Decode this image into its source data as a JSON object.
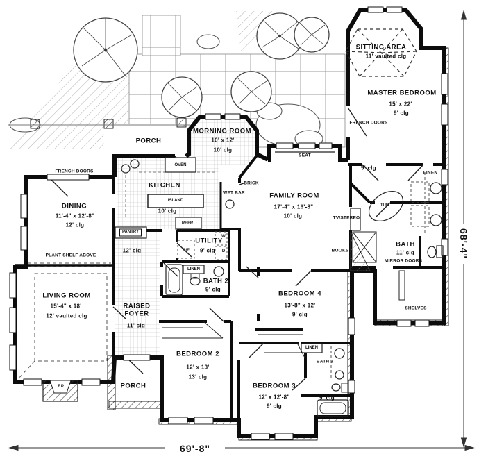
{
  "dimensions": {
    "bottom": "69'-8\"",
    "right": "68'-4\""
  },
  "rooms": {
    "sitting_area": {
      "name": "SITTING AREA",
      "clg": "11' vaulted clg"
    },
    "master_bedroom": {
      "name": "MASTER BEDROOM",
      "size": "15' x 22'",
      "clg": "9' clg"
    },
    "morning_room": {
      "name": "MORNING ROOM",
      "size": "10' x 12'",
      "clg": "10' clg"
    },
    "kitchen": {
      "name": "KITCHEN",
      "clg": "10' clg"
    },
    "dining": {
      "name": "DINING",
      "size": "11'-4\" x 12'-8\"",
      "clg": "12' clg"
    },
    "family_room": {
      "name": "FAMILY ROOM",
      "size": "17'-4\" x 16'-8\"",
      "clg": "10' clg"
    },
    "living_room": {
      "name": "LIVING ROOM",
      "size": "15'-4\" x 18'",
      "clg": "12' vaulted clg"
    },
    "raised_foyer": {
      "name1": "RAISED",
      "name2": "FOYER",
      "clg": "11' clg"
    },
    "bedroom_2": {
      "name": "BEDROOM 2",
      "size": "12' x 13'",
      "clg": "13' clg"
    },
    "bedroom_3": {
      "name": "BEDROOM 3",
      "size": "12' x 12'-8\"",
      "clg": "9' clg"
    },
    "bedroom_4": {
      "name": "BEDROOM 4",
      "size": "13'-8\" x 12'",
      "clg": "9' clg"
    },
    "bath": {
      "name": "BATH",
      "clg": "11' clg"
    },
    "bath_2": {
      "name": "BATH 2",
      "clg": "9' clg"
    },
    "bath_3": {
      "name": "BATH 3",
      "clg": "9' clg"
    },
    "utility": {
      "name": "UTILITY",
      "clg": "9' clg"
    },
    "porch_front": {
      "name": "PORCH"
    },
    "porch_rear": {
      "name": "PORCH"
    },
    "hall": {
      "clg": "9' clg"
    },
    "gallery": {
      "clg": "12' clg"
    }
  },
  "features": {
    "french_doors_master": "FRENCH DOORS",
    "french_doors_dining": "FRENCH DOORS",
    "seat": "SEAT",
    "oven": "OVEN",
    "island": "ISLAND",
    "pantry": "PANTRY",
    "refr": "REFR",
    "brick": "BRICK",
    "wet_bar": "WET BAR",
    "tub": "TUB",
    "tv_stereo": "TV/STEREO",
    "books": "BOOKS",
    "linen_master": "LINEN",
    "linen_hall": "LINEN",
    "linen_bed3": "LINEN",
    "mirror_doors": "MIRROR DOORS",
    "shelves": "SHELVES",
    "plant_shelf": "PLANT SHELF ABOVE",
    "fireplace": "F.P.",
    "washer": "W",
    "dryer": "D",
    "desk_file": "D/F"
  }
}
